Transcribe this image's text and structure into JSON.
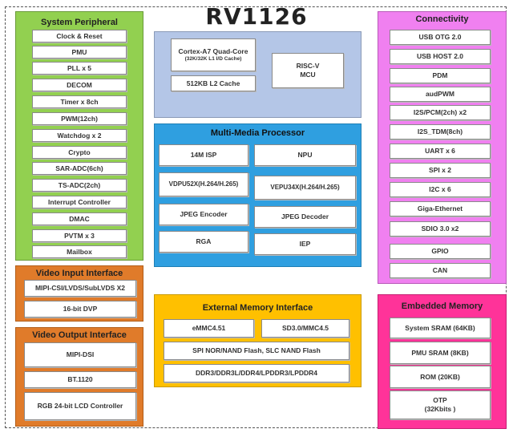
{
  "title": "RV1126",
  "system_peripheral": {
    "title": "System Peripheral",
    "items": [
      "Clock & Reset",
      "PMU",
      "PLL x 5",
      "DECOM",
      "Timer x 8ch",
      "PWM(12ch)",
      "Watchdog x 2",
      "Crypto",
      "SAR-ADC(6ch)",
      "TS-ADC(2ch)",
      "Interrupt Controller",
      "DMAC",
      "PVTM x 3",
      "Mailbox"
    ]
  },
  "cpu": {
    "core_title": "Cortex-A7 Quad-Core",
    "core_sub": "(32K/32K L1 I/D Cache)",
    "l2": "512KB L2 Cache",
    "mcu": "RISC-V\nMCU"
  },
  "multimedia": {
    "title": "Multi-Media Processor",
    "items": [
      "14M ISP",
      "NPU",
      "VDPU52X(H.264/H.265)",
      "VEPU34X(H.264/H.265)",
      "JPEG Encoder",
      "JPEG Decoder",
      "RGA",
      "IEP"
    ]
  },
  "external_memory": {
    "title": "External Memory Interface",
    "items": [
      "eMMC4.51",
      "SD3.0/MMC4.5",
      "SPI NOR/NAND Flash, SLC NAND Flash",
      "DDR3/DDR3L/DDR4/LPDDR3/LPDDR4"
    ]
  },
  "connectivity": {
    "title": "Connectivity",
    "items": [
      "USB OTG 2.0",
      "USB HOST 2.0",
      "PDM",
      "audPWM",
      "I2S/PCM(2ch) x2",
      "I2S_TDM(8ch)",
      "UART x 6",
      "SPI x 2",
      "I2C x 6",
      "Giga-Ethernet",
      "SDIO 3.0 x2",
      "GPIO",
      "CAN"
    ]
  },
  "embedded_memory": {
    "title": "Embedded Memory",
    "items": [
      "System SRAM (64KB)",
      "PMU SRAM (8KB)",
      "ROM (20KB)",
      "OTP\n(32Kbits )"
    ]
  },
  "video_input": {
    "title": "Video Input Interface",
    "items": [
      "MIPI-CSI/LVDS/SubLVDS X2",
      "16-bit DVP"
    ]
  },
  "video_output": {
    "title": "Video Output Interface",
    "items": [
      "MIPI-DSI",
      "BT.1120",
      "RGB 24-bit LCD Controller"
    ]
  }
}
